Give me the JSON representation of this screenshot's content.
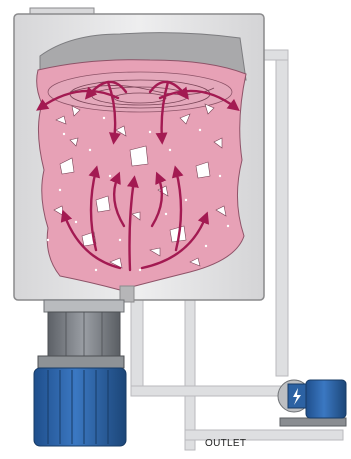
{
  "labels": {
    "outlet": "OUTLET"
  },
  "colors": {
    "tank_body": "#e3e3e4",
    "tank_outline": "#8a8a8c",
    "product_fill": "#e7a1b6",
    "foam_top": "#d98fa8",
    "head_space": "#a9a9ab",
    "flow_arrows": "#a31a52",
    "particles": "#ffffff",
    "motor_blue": "#2c62a3",
    "gearbox_grey": "#7d8186",
    "pipe": "#dedfe1"
  },
  "components": {
    "vessel": "mixing-tank",
    "mixer_drive": "bottom-mounted-motor",
    "pump": "centrifugal-pump",
    "motor_icon": "lightning-icon"
  }
}
